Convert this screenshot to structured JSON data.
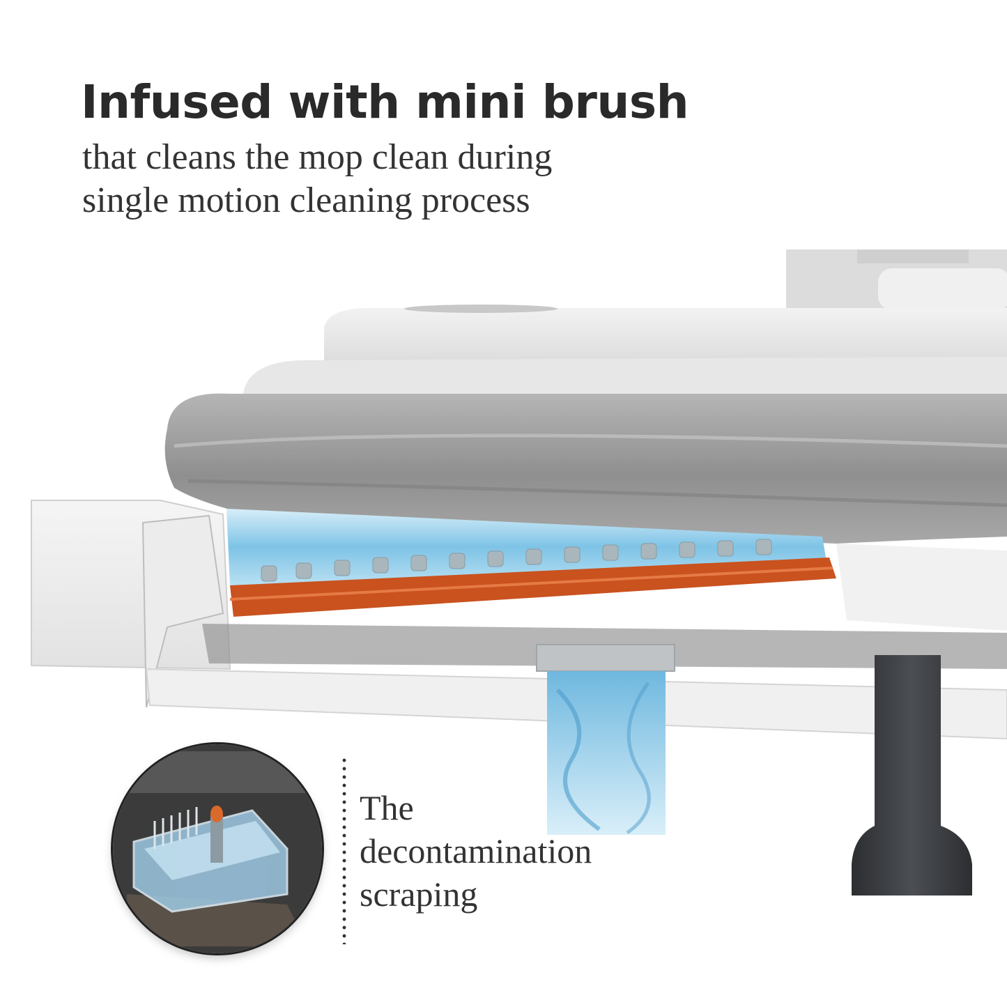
{
  "headline": "Infused with mini brush",
  "subheadline": {
    "line1": "that cleans the mop clean during",
    "line2": "single motion cleaning process"
  },
  "caption": {
    "line1": "The",
    "line2": "decontamination",
    "line3": "scraping"
  },
  "colors": {
    "brush_bar": "#c9521f",
    "water": "#7ec3e6",
    "mop_pad": "#9a9a9a",
    "bucket_body": "#e4e4e4",
    "post": "#3a3c40"
  }
}
